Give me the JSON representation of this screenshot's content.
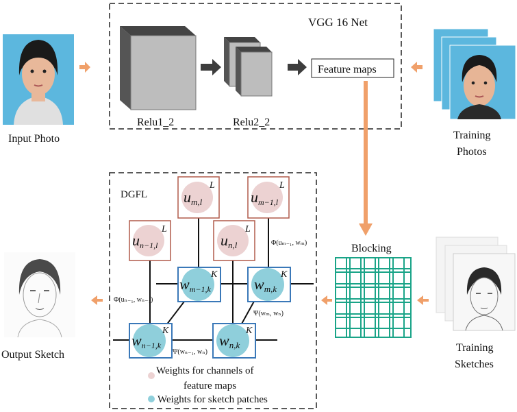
{
  "vgg": {
    "title": "VGG 16 Net",
    "relu1": "Relu1_2",
    "relu2": "Relu2_2",
    "feature_maps": "Feature maps"
  },
  "input": {
    "label": "Input Photo"
  },
  "training_photos": {
    "line1": "Training",
    "line2": "Photos"
  },
  "training_sketches": {
    "line1": "Training",
    "line2": "Sketches"
  },
  "output": {
    "label": "Output Sketch"
  },
  "blocking": {
    "label": "Blocking"
  },
  "dgfl": {
    "title": "DGFL",
    "nodes_u": [
      {
        "main": "u",
        "sub": "m,l",
        "corner": "L"
      },
      {
        "main": "u",
        "sub": "m−1,l",
        "corner": "L"
      },
      {
        "main": "u",
        "sub": "n−1,l",
        "corner": "L"
      },
      {
        "main": "u",
        "sub": "n,l",
        "corner": "L"
      }
    ],
    "nodes_w": [
      {
        "main": "w",
        "sub": "m−1,k",
        "corner": "K"
      },
      {
        "main": "w",
        "sub": "m,k",
        "corner": "K"
      },
      {
        "main": "w",
        "sub": "n−1,k",
        "corner": "K"
      },
      {
        "main": "w",
        "sub": "n,k",
        "corner": "K"
      }
    ],
    "phi1": "Φ(uₘ₋₁, wₘ)",
    "phi2": "Φ(uₙ₋₁, wₙ₋₁)",
    "psi1": "Ψ(wₘ, wₙ)",
    "psi2": "Ψ(wₙ₋₁, wₙ)",
    "legend_pink_line1": "Weights for channels of",
    "legend_pink_line2": "feature maps",
    "legend_blue": "Weights for sketch patches"
  },
  "colors": {
    "orange_arrow": "#f0a06a",
    "dark_arrow": "#404040",
    "teal_grid": "#1aa488",
    "blue_node": "#8fcfdb",
    "pink_node": "#ecd2d2",
    "u_border": "#b05a4a",
    "w_border": "#3a78b8",
    "photo_bg": "#5cb7de"
  }
}
